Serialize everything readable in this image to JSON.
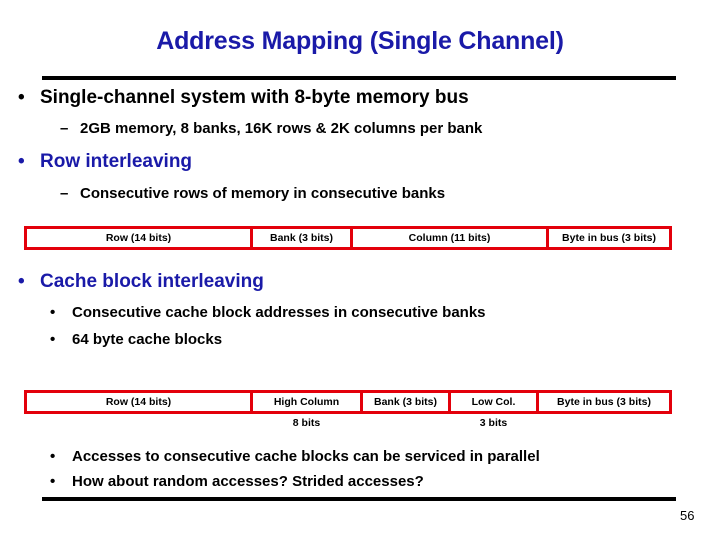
{
  "slide": {
    "title": "Address Mapping (Single Channel)",
    "page_number": "56",
    "accent_blue": "#1A1AA8",
    "table_border_red": "#E3000B",
    "rule_color": "#000000"
  },
  "bullets": {
    "b1_single_channel": "Single-channel system with 8-byte memory bus",
    "b2_memory_spec": "2GB memory, 8 banks, 16K rows & 2K columns per bank",
    "b1_row_interleaving": "Row interleaving",
    "b2_consecutive_rows": "Consecutive rows of memory in consecutive banks",
    "b1_cache_block_interleaving": "Cache block interleaving",
    "b3_consecutive_blocks": "Consecutive cache block addresses in consecutive banks",
    "b3_64_byte_blocks": "64 byte cache blocks",
    "b3_parallel": "Accesses to consecutive cache blocks can be serviced in parallel",
    "b3_random": "How about random accesses? Strided accesses?"
  },
  "markers": {
    "round_bullet": "•",
    "dash_bullet": "–"
  },
  "row_interleaving_table": {
    "fields": [
      {
        "label": "Row (14 bits)",
        "sub": ""
      },
      {
        "label": "Bank (3 bits)",
        "sub": ""
      },
      {
        "label": "Column (11 bits)",
        "sub": ""
      },
      {
        "label": "Byte in bus (3 bits)",
        "sub": ""
      }
    ]
  },
  "cache_block_table": {
    "fields": [
      {
        "label": "Row (14 bits)",
        "sub": ""
      },
      {
        "label": "High Column",
        "sub": "8 bits"
      },
      {
        "label": "Bank (3 bits)",
        "sub": ""
      },
      {
        "label": "Low Col.",
        "sub": "3 bits"
      },
      {
        "label": "Byte in bus (3 bits)",
        "sub": ""
      }
    ]
  }
}
